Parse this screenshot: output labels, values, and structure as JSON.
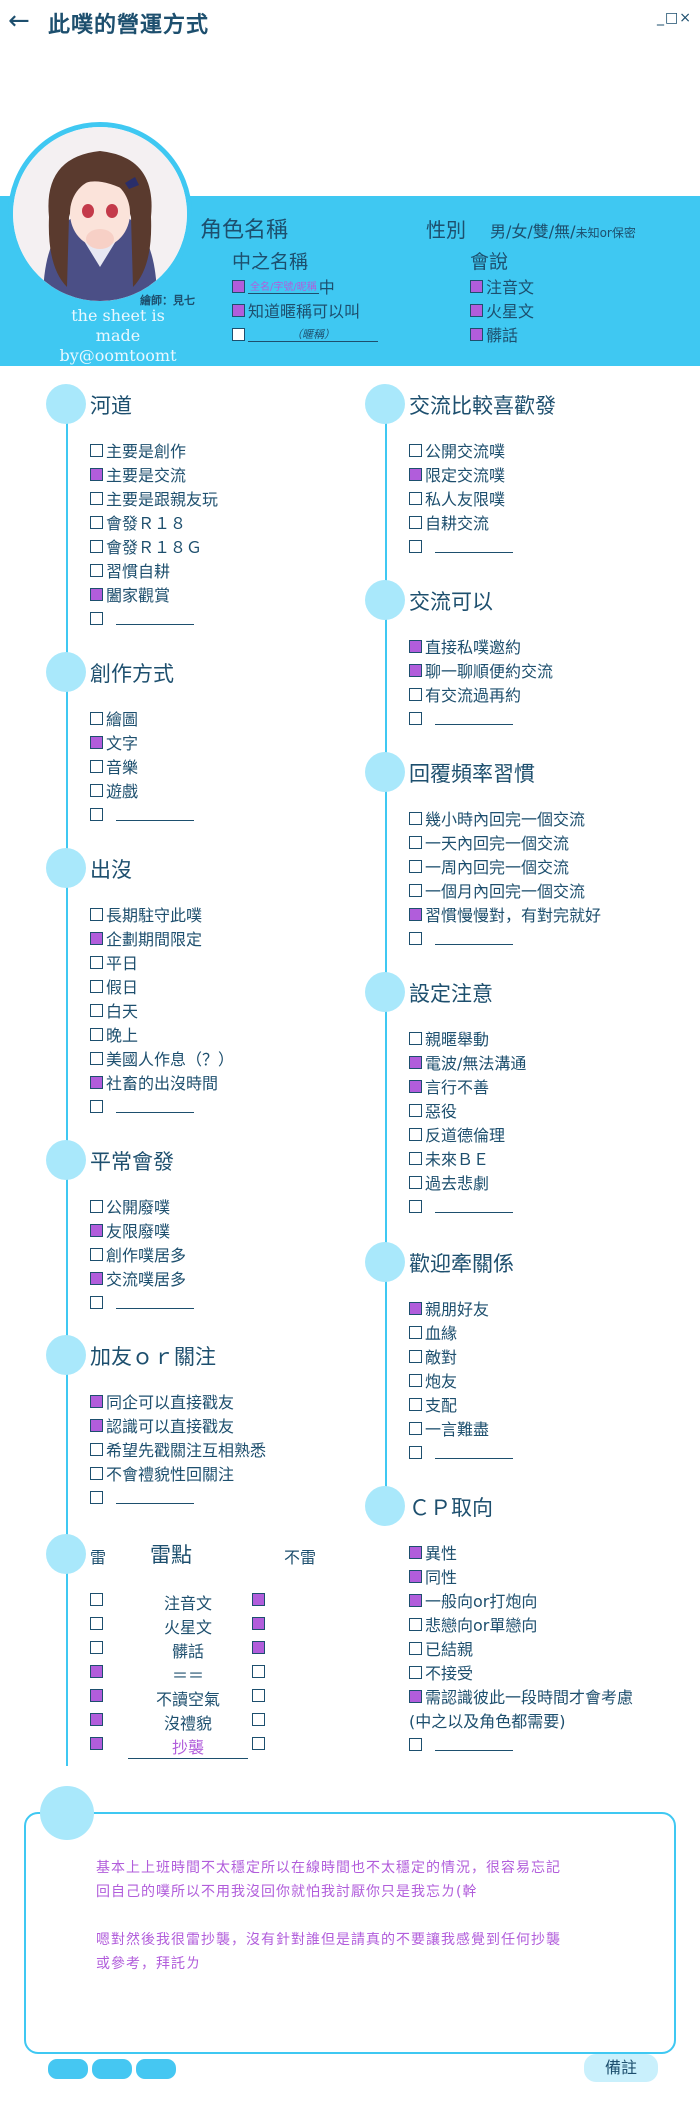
{
  "header": {
    "title": "此噗的營運方式",
    "back_icon": "←",
    "window_controls": "_□×"
  },
  "profile": {
    "credit": "繪師：見七",
    "sheet_credit_1": "the sheet is",
    "sheet_credit_2": "made by@oomtoomt",
    "name_label": "角色名稱",
    "gender_label": "性別",
    "gender_values": "男/女/雙/無/",
    "gender_note": "未知or保密",
    "nickname_label": "中之名稱",
    "nickname_rows": [
      {
        "checked": true,
        "small": "全名/字號/昵稱",
        "text": "中"
      },
      {
        "checked": true,
        "text": "知道暱稱可以叫"
      },
      {
        "checked": false,
        "field": "（暱稱）"
      }
    ],
    "speak_label": "會說",
    "speak_rows": [
      {
        "checked": true,
        "text": "注音文"
      },
      {
        "checked": true,
        "text": "火星文"
      },
      {
        "checked": true,
        "text": "髒話"
      }
    ]
  },
  "left_sections": [
    {
      "title": "河道",
      "items": [
        {
          "checked": false,
          "text": "主要是創作"
        },
        {
          "checked": true,
          "text": "主要是交流"
        },
        {
          "checked": false,
          "text": "主要是跟親友玩"
        },
        {
          "checked": false,
          "text": "會發Ｒ１８"
        },
        {
          "checked": false,
          "text": "會發Ｒ１８Ｇ"
        },
        {
          "checked": false,
          "text": "習慣自耕"
        },
        {
          "checked": true,
          "text": "闔家觀賞"
        },
        {
          "checked": false,
          "text": "",
          "blank": true
        }
      ]
    },
    {
      "title": "創作方式",
      "items": [
        {
          "checked": false,
          "text": "繪圖"
        },
        {
          "checked": true,
          "text": "文字"
        },
        {
          "checked": false,
          "text": "音樂"
        },
        {
          "checked": false,
          "text": "遊戲"
        },
        {
          "checked": false,
          "text": "",
          "blank": true
        }
      ]
    },
    {
      "title": "出沒",
      "items": [
        {
          "checked": false,
          "text": "長期駐守此噗"
        },
        {
          "checked": true,
          "text": "企劃期間限定"
        },
        {
          "checked": false,
          "text": "平日"
        },
        {
          "checked": false,
          "text": "假日"
        },
        {
          "checked": false,
          "text": "白天"
        },
        {
          "checked": false,
          "text": "晚上"
        },
        {
          "checked": false,
          "text": "美國人作息（？）"
        },
        {
          "checked": true,
          "text": "社畜的出沒時間"
        },
        {
          "checked": false,
          "text": "",
          "blank": true
        }
      ]
    },
    {
      "title": "平常會發",
      "items": [
        {
          "checked": false,
          "text": "公開廢噗"
        },
        {
          "checked": true,
          "text": "友限廢噗"
        },
        {
          "checked": false,
          "text": "創作噗居多"
        },
        {
          "checked": true,
          "text": "交流噗居多"
        },
        {
          "checked": false,
          "text": "",
          "blank": true
        }
      ]
    },
    {
      "title": "加友ｏｒ關注",
      "items": [
        {
          "checked": true,
          "text": "同企可以直接戳友"
        },
        {
          "checked": true,
          "text": "認識可以直接戳友"
        },
        {
          "checked": false,
          "text": "希望先戳關注互相熟悉"
        },
        {
          "checked": false,
          "text": "不會禮貌性回關注"
        },
        {
          "checked": false,
          "text": "",
          "blank": true
        }
      ]
    }
  ],
  "mine": {
    "title": "雷點",
    "left_head": "雷",
    "right_head": "不雷",
    "rows": [
      {
        "text": "注音文",
        "lei": false,
        "bulei": true
      },
      {
        "text": "火星文",
        "lei": false,
        "bulei": true
      },
      {
        "text": "髒話",
        "lei": false,
        "bulei": true
      },
      {
        "text": "＝＝",
        "lei": true,
        "bulei": false
      },
      {
        "text": "不讀空氣",
        "lei": true,
        "bulei": false
      },
      {
        "text": "沒禮貌",
        "lei": true,
        "bulei": false
      },
      {
        "text": "抄襲",
        "lei": true,
        "bulei": false
      }
    ]
  },
  "right_sections": [
    {
      "title": "交流比較喜歡發",
      "items": [
        {
          "checked": false,
          "text": "公開交流噗"
        },
        {
          "checked": true,
          "text": "限定交流噗"
        },
        {
          "checked": false,
          "text": "私人友限噗"
        },
        {
          "checked": false,
          "text": "自耕交流"
        },
        {
          "checked": false,
          "text": "",
          "blank": true
        }
      ]
    },
    {
      "title": "交流可以",
      "items": [
        {
          "checked": true,
          "text": "直接私噗邀約"
        },
        {
          "checked": true,
          "text": "聊一聊順便約交流"
        },
        {
          "checked": false,
          "text": "有交流過再約"
        },
        {
          "checked": false,
          "text": "",
          "blank": true
        }
      ]
    },
    {
      "title": "回覆頻率習慣",
      "items": [
        {
          "checked": false,
          "text": "幾小時內回完一個交流"
        },
        {
          "checked": false,
          "text": "一天內回完一個交流"
        },
        {
          "checked": false,
          "text": "一周內回完一個交流"
        },
        {
          "checked": false,
          "text": "一個月內回完一個交流"
        },
        {
          "checked": true,
          "text": "習慣慢慢對，有對完就好"
        },
        {
          "checked": false,
          "text": "",
          "blank": true
        }
      ]
    },
    {
      "title": "設定注意",
      "items": [
        {
          "checked": false,
          "text": "親暱舉動"
        },
        {
          "checked": true,
          "text": "電波/無法溝通"
        },
        {
          "checked": true,
          "text": "言行不善"
        },
        {
          "checked": false,
          "text": "惡役"
        },
        {
          "checked": false,
          "text": "反道德倫理"
        },
        {
          "checked": false,
          "text": "未來ＢＥ"
        },
        {
          "checked": false,
          "text": "過去悲劇"
        },
        {
          "checked": false,
          "text": "",
          "blank": true
        }
      ]
    },
    {
      "title": "歡迎牽關係",
      "items": [
        {
          "checked": true,
          "text": "親朋好友"
        },
        {
          "checked": false,
          "text": "血緣"
        },
        {
          "checked": false,
          "text": "敵對"
        },
        {
          "checked": false,
          "text": "炮友"
        },
        {
          "checked": false,
          "text": "支配"
        },
        {
          "checked": false,
          "text": "一言難盡"
        },
        {
          "checked": false,
          "text": "",
          "blank": true
        }
      ]
    },
    {
      "title": "ＣＰ取向",
      "items": [
        {
          "checked": true,
          "text": "異性"
        },
        {
          "checked": true,
          "text": "同性"
        },
        {
          "checked": true,
          "text": "一般向or打炮向"
        },
        {
          "checked": false,
          "text": "悲戀向or單戀向"
        },
        {
          "checked": false,
          "text": "已結親"
        },
        {
          "checked": false,
          "text": "不接受"
        },
        {
          "checked": true,
          "text": "需認識彼此一段時間才會考慮"
        },
        {
          "checked": false,
          "text": "(中之以及角色都需要)",
          "nobox": true
        },
        {
          "checked": false,
          "text": "",
          "blank": true
        }
      ]
    }
  ],
  "notes": {
    "label": "備註",
    "para1": "基本上上班時間不太穩定所以在線時間也不太穩定的情況，很容易忘記回自己的噗所以不用我沒回你就怕我討厭你只是我忘ㄌ(幹",
    "para2": "嗯對然後我很雷抄襲，沒有針對誰但是請真的不要讓我感覺到任何抄襲或參考，拜託ㄌ"
  },
  "colors": {
    "accent": "#3fc8f2",
    "dot": "#a9e8fb",
    "check": "#b15ddb",
    "text": "#1d4f6e"
  }
}
